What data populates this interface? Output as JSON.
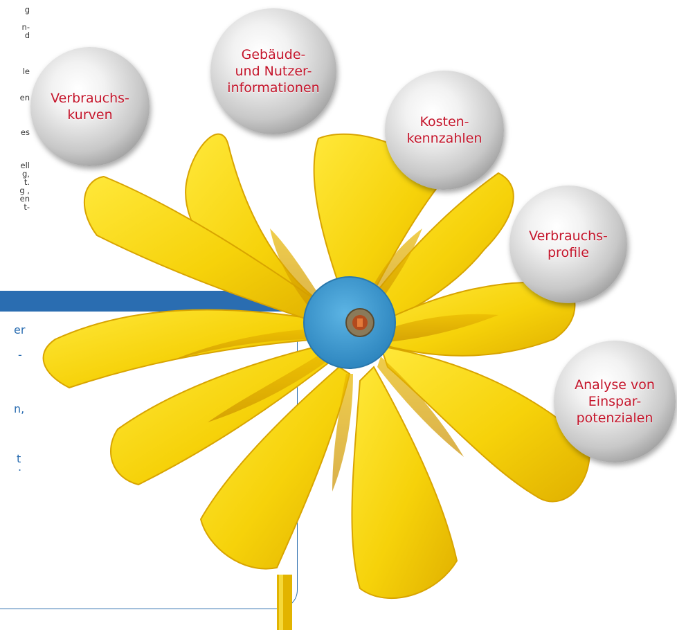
{
  "text_fragments": [
    "g",
    "n-",
    "d",
    "le",
    "",
    "en",
    "es",
    "ell",
    "g,",
    "t.",
    "g ,",
    "en",
    "t-"
  ],
  "info_box_fragments": [
    "er",
    "-",
    "n,",
    "t",
    "."
  ],
  "bubbles": [
    {
      "label": "Gebäude-\nund Nutzer-\ninformationen"
    },
    {
      "label": "Verbrauchs-\nkurven"
    },
    {
      "label": "Kosten-\nkennzahlen"
    },
    {
      "label": "Verbrauchs-\nprofile"
    },
    {
      "label": "Analyse von\nEinspar-\npotenzialen"
    }
  ],
  "colors": {
    "blade": "#f6d20a",
    "blade_dark": "#d9a800",
    "hub": "#3d9bd1",
    "label_red": "#c4152b",
    "box_blue": "#2a6db1"
  }
}
